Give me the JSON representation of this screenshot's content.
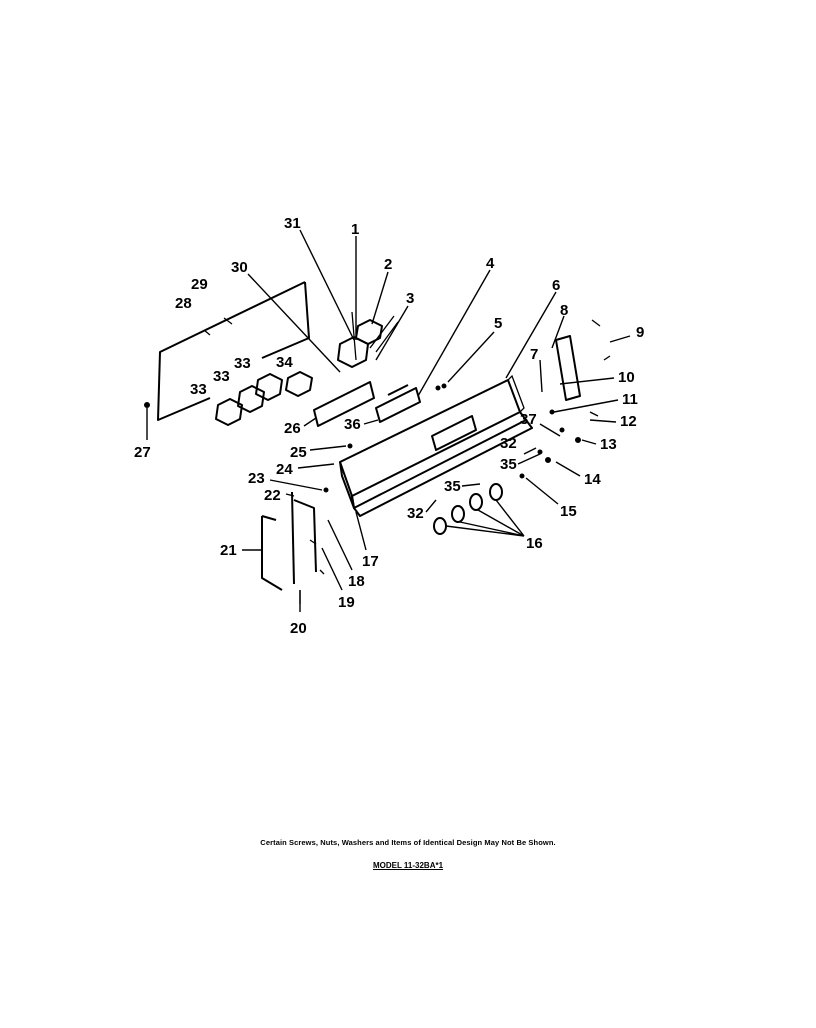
{
  "diagram": {
    "callouts": [
      {
        "id": "1",
        "label": "1"
      },
      {
        "id": "2",
        "label": "2"
      },
      {
        "id": "3",
        "label": "3"
      },
      {
        "id": "4",
        "label": "4"
      },
      {
        "id": "5",
        "label": "5"
      },
      {
        "id": "6",
        "label": "6"
      },
      {
        "id": "7",
        "label": "7"
      },
      {
        "id": "8",
        "label": "8"
      },
      {
        "id": "9",
        "label": "9"
      },
      {
        "id": "10",
        "label": "10"
      },
      {
        "id": "11",
        "label": "11"
      },
      {
        "id": "12",
        "label": "12"
      },
      {
        "id": "13",
        "label": "13"
      },
      {
        "id": "14",
        "label": "14"
      },
      {
        "id": "15",
        "label": "15"
      },
      {
        "id": "16",
        "label": "16"
      },
      {
        "id": "17",
        "label": "17"
      },
      {
        "id": "18",
        "label": "18"
      },
      {
        "id": "19",
        "label": "19"
      },
      {
        "id": "20",
        "label": "20"
      },
      {
        "id": "21",
        "label": "21"
      },
      {
        "id": "22",
        "label": "22"
      },
      {
        "id": "23",
        "label": "23"
      },
      {
        "id": "24",
        "label": "24"
      },
      {
        "id": "25",
        "label": "25"
      },
      {
        "id": "26",
        "label": "26"
      },
      {
        "id": "27",
        "label": "27"
      },
      {
        "id": "28",
        "label": "28"
      },
      {
        "id": "29",
        "label": "29"
      },
      {
        "id": "30",
        "label": "30"
      },
      {
        "id": "31",
        "label": "31"
      },
      {
        "id": "32a",
        "label": "32"
      },
      {
        "id": "32b",
        "label": "32"
      },
      {
        "id": "33a",
        "label": "33"
      },
      {
        "id": "33b",
        "label": "33"
      },
      {
        "id": "33c",
        "label": "33"
      },
      {
        "id": "34",
        "label": "34"
      },
      {
        "id": "35a",
        "label": "35"
      },
      {
        "id": "35b",
        "label": "35"
      },
      {
        "id": "36",
        "label": "36"
      },
      {
        "id": "37",
        "label": "37"
      }
    ]
  },
  "footnote": "Certain Screws, Nuts, Washers and Items of Identical Design May Not Be Shown.",
  "model_label": "MODEL 11-32BA*1"
}
